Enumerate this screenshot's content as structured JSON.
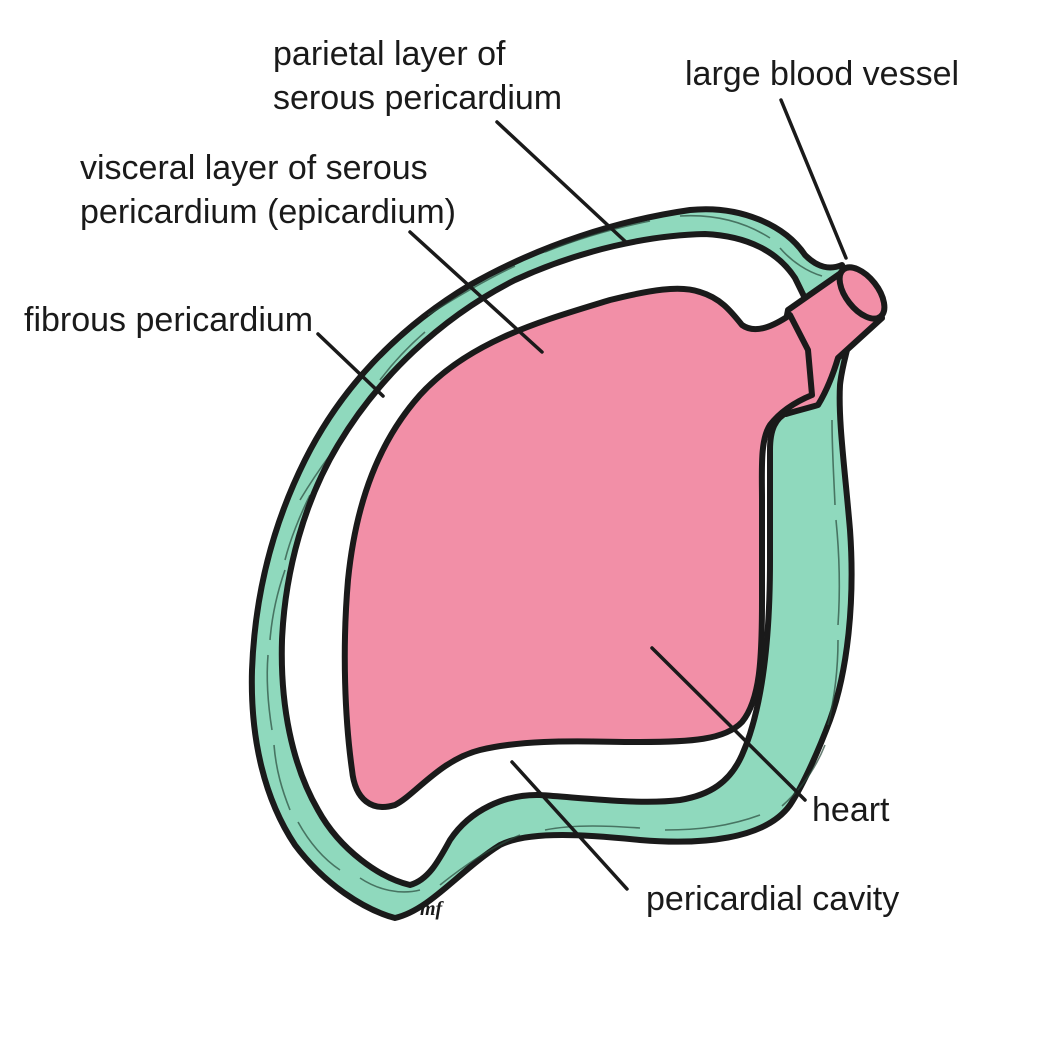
{
  "labels": {
    "parietal": [
      "parietal layer of",
      "serous pericardium"
    ],
    "visceral": [
      "visceral layer of serous",
      "pericardium (epicardium)"
    ],
    "fibrous": "fibrous pericardium",
    "vessel": "large blood vessel",
    "heart": "heart",
    "cavity": "pericardial cavity"
  },
  "signature": "mf",
  "colors": {
    "fibrous": "#8fd9bd",
    "heart": "#f28fa7",
    "cavity": "#ffffff",
    "line": "#1a1a1a"
  }
}
